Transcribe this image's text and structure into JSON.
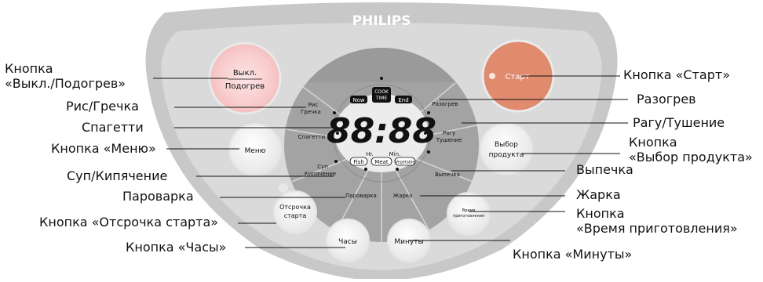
{
  "panel": {
    "brand": "PHILIPS",
    "colors": {
      "panel_outer": "#c8c8c8",
      "panel_inner": "#dadada",
      "dial": "#9e9e9e",
      "dial_segments": "#a7a7a7",
      "display_bg": "#ececec",
      "display_digits": "#111111",
      "start_button": "#e08a6e",
      "off_button": "#fad4d4",
      "button": "#f2f2f2"
    },
    "buttons": {
      "off_keep_warm": [
        "Выкл.",
        "Подогрев"
      ],
      "start": "Старт",
      "menu": "Меню",
      "product_select": [
        "Выбор",
        "продукта"
      ],
      "delay_start": [
        "Отсрочка",
        "старта"
      ],
      "cooking_time": [
        "Время",
        "приготовления"
      ],
      "hours": "Часы",
      "minutes": "Минуты"
    },
    "dial_labels": {
      "rice_buckwheat": [
        "Рис",
        "Гречка"
      ],
      "spaghetti": "Спагетти",
      "soup_boil": [
        "Суп",
        "Кипячение"
      ],
      "steam": "Пароварка",
      "fry": "Жарка",
      "bake": "Выпечка",
      "stew": [
        "Рагу",
        "Тушение"
      ],
      "reheat": "Разогрев"
    },
    "display": {
      "digits": "88:88",
      "tag_now": "Now",
      "tag_cook_time": [
        "COOK",
        "TIME"
      ],
      "tag_end": "End",
      "hr": "Hr.",
      "min": "Min.",
      "tag_fish": "Fish",
      "tag_meat": "Meat",
      "tag_vegetable": "Vegetable"
    }
  },
  "callouts": {
    "off_keep_warm": [
      "Кнопка",
      "«Выкл./Подогрев»"
    ],
    "rice_buckwheat": "Рис/Гречка",
    "spaghetti": "Спагетти",
    "menu": "Кнопка «Меню»",
    "soup_boil": "Суп/Кипячение",
    "steam": "Пароварка",
    "delay_start": "Кнопка «Отсрочка старта»",
    "hours": "Кнопка «Часы»",
    "start": "Кнопка «Старт»",
    "reheat": "Разогрев",
    "stew": "Рагу/Тушение",
    "product_select": [
      "Кнопка",
      "«Выбор продукта»"
    ],
    "bake": "Выпечка",
    "fry": "Жарка",
    "cooking_time": [
      "Кнопка",
      "«Время приготовления»"
    ],
    "minutes": "Кнопка «Минуты»"
  }
}
